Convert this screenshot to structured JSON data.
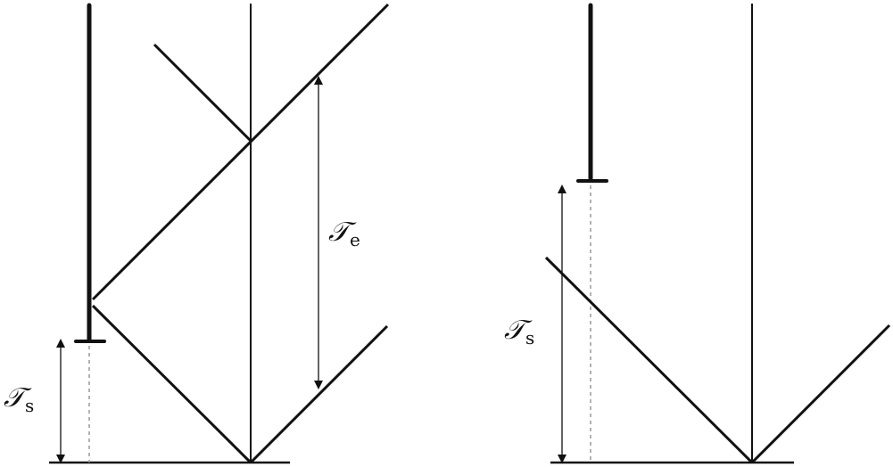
{
  "left_panel": {
    "label_setup": {
      "symbol": "𝒯",
      "subscript": "s"
    },
    "label_echo": {
      "symbol": "𝒯",
      "subscript": "e"
    }
  },
  "right_panel": {
    "label_setup": {
      "symbol": "𝒯",
      "subscript": "s"
    }
  },
  "colors": {
    "ink": "#111111",
    "dashed": "#999999"
  }
}
